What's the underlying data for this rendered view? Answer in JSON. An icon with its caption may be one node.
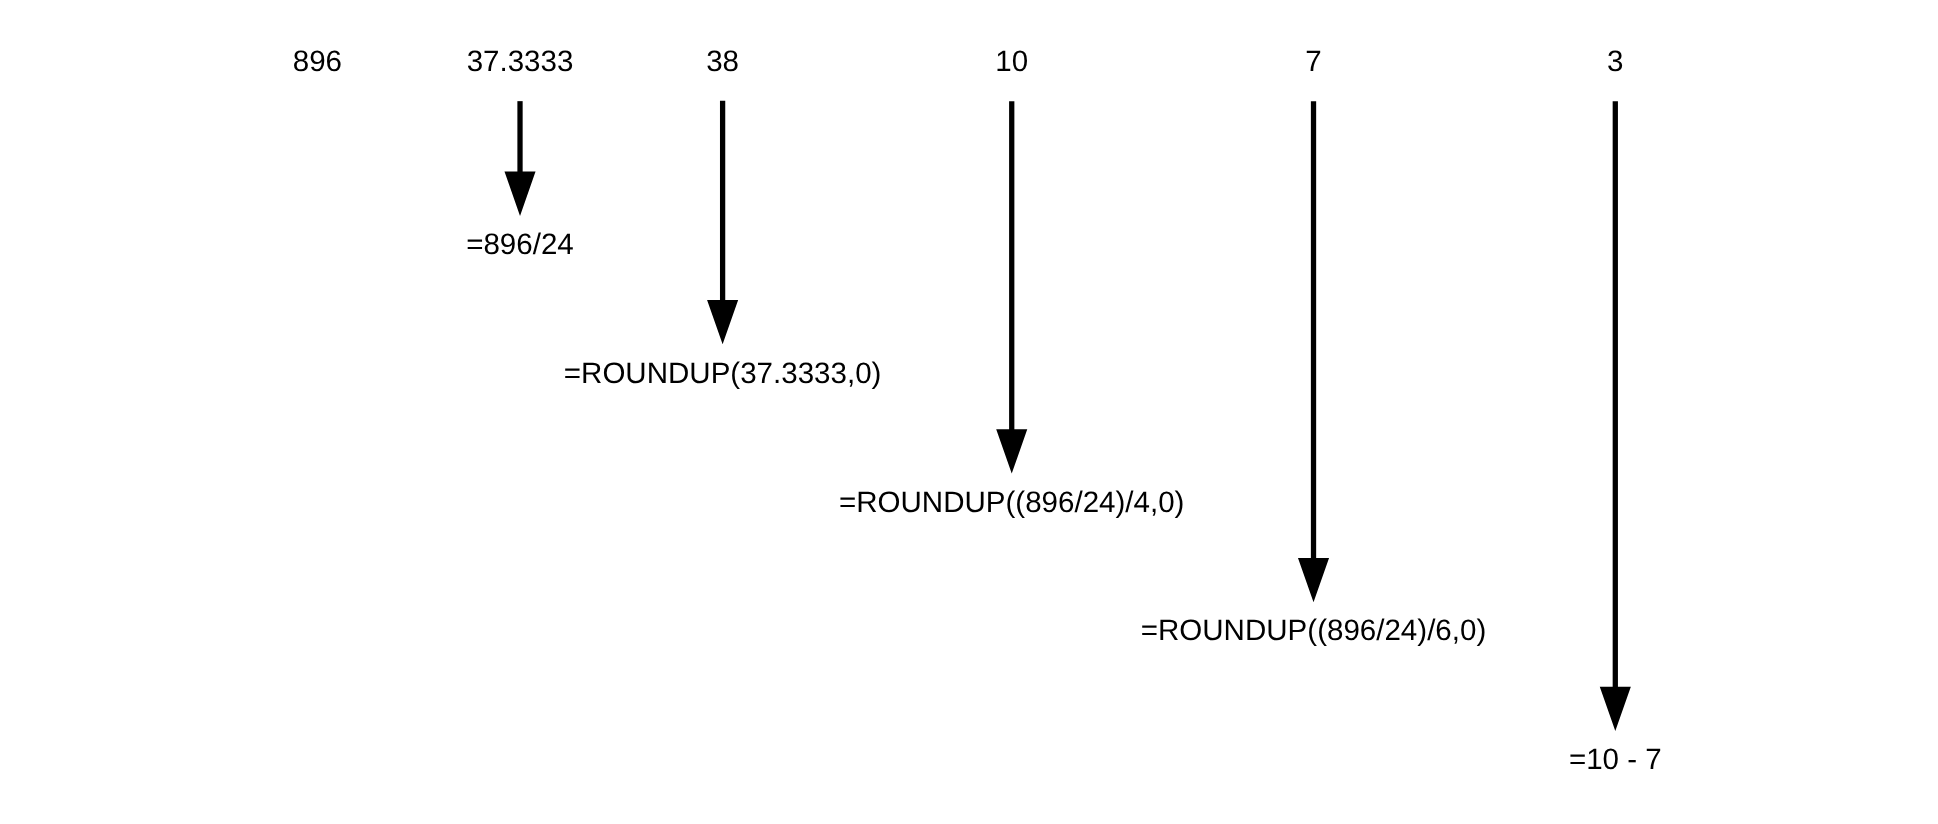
{
  "diagram": {
    "nodes": [
      {
        "text": [
          "37.3333"
        ]
      },
      {
        "text": [
          "=896/24"
        ]
      },
      {
        "text": [
          "38"
        ]
      },
      {
        "text": [
          "=ROUNDUP(37.3333,0)"
        ]
      },
      {
        "text": [
          "10"
        ]
      },
      {
        "text": [
          "=ROUNDUP((896/24)/4,0)"
        ]
      },
      {
        "text": [
          "7"
        ]
      },
      {
        "text": [
          "=ROUNDUP((896/24)/6,0)"
        ]
      },
      {
        "text": [
          "3"
        ]
      },
      {
        "text": [
          "=10 - 7"
        ]
      }
    ],
    "edges": [
      {
        "from": 0,
        "to": 1,
        "arrow": "to"
      },
      {
        "from": 2,
        "to": 3,
        "arrow": "to"
      },
      {
        "from": 4,
        "to": 5,
        "arrow": "to"
      },
      {
        "from": 6,
        "to": 7,
        "arrow": "to"
      },
      {
        "from": 8,
        "to": 9,
        "arrow": "to"
      }
    ],
    "labels": [
      "896"
    ]
  }
}
